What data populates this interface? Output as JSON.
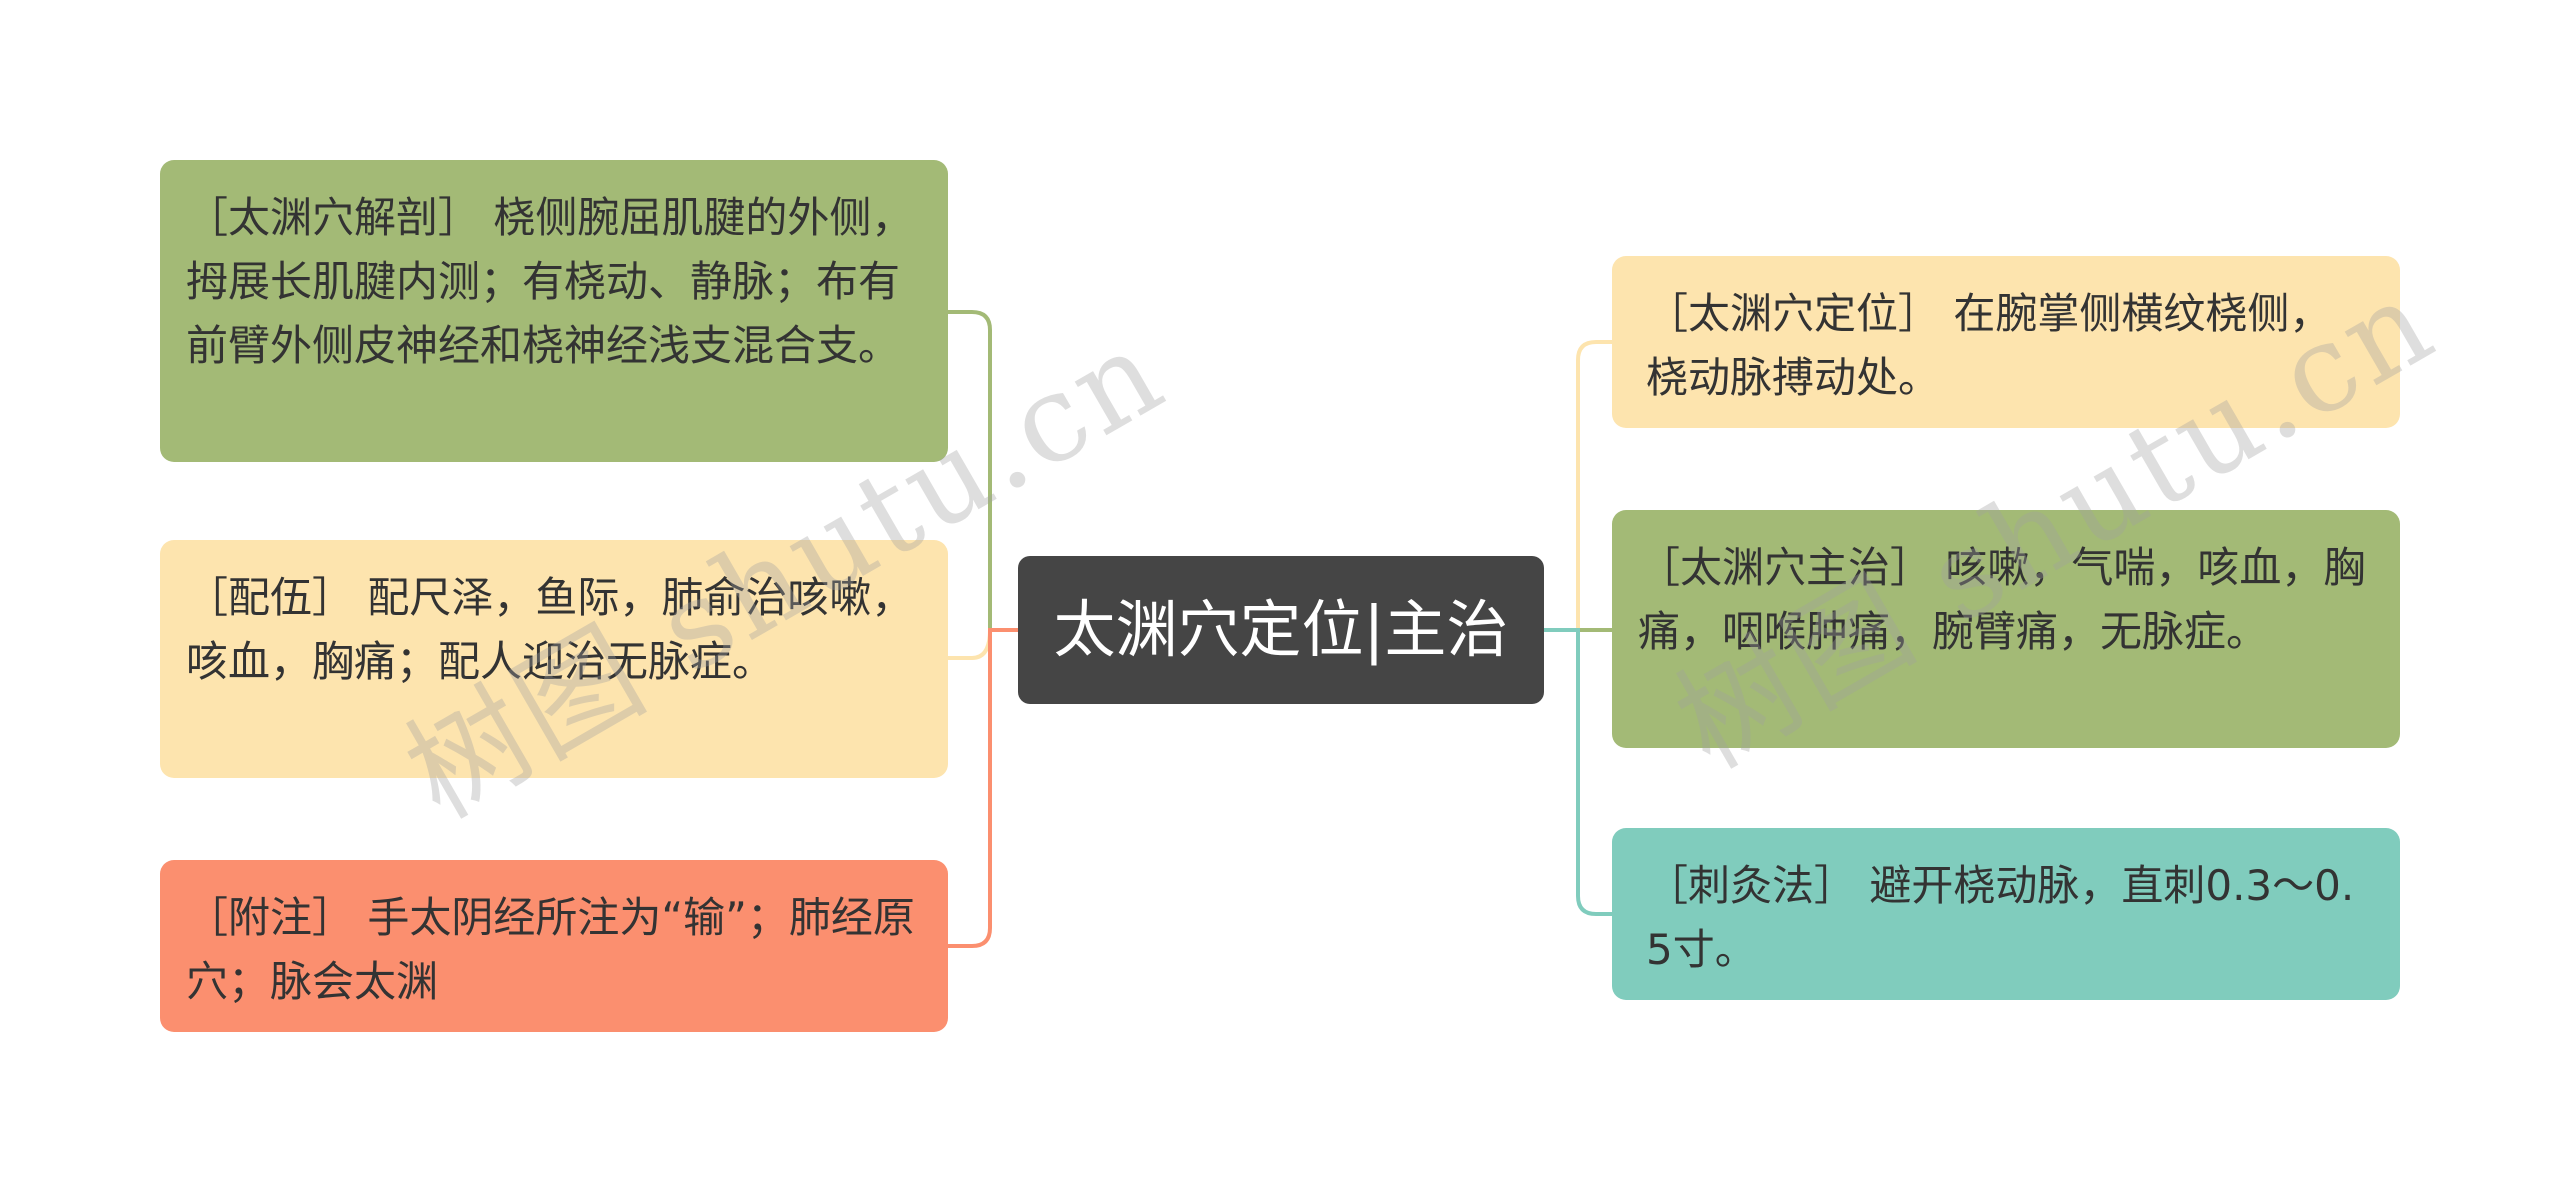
{
  "center": {
    "title": "太渊穴定位|主治"
  },
  "left_nodes": [
    {
      "text": "［太渊穴解剖］ 桡侧腕屈肌腱的外侧，拇展长肌腱内测；有桡动、静脉；布有前臂外侧皮神经和桡神经浅支混合支。",
      "color": "#a3ba76"
    },
    {
      "text": "［配伍］ 配尺泽，鱼际，肺俞治咳嗽，咳血，胸痛；配人迎治无脉症。",
      "color": "#fde4ae"
    },
    {
      "text": "［附注］ 手太阴经所注为“输”；肺经原穴；脉会太渊",
      "color": "#fb8f6f"
    }
  ],
  "right_nodes": [
    {
      "text": "［太渊穴定位］ 在腕掌侧横纹桡侧，桡动脉搏动处。",
      "color": "#fde4ae"
    },
    {
      "text": "［太渊穴主治］ 咳嗽，气喘，咳血，胸痛，咽喉肿痛，腕臂痛，无脉症。",
      "color": "#a3ba76"
    },
    {
      "text": "［刺灸法］ 避开桡动脉，直刺0.3～0.5寸。",
      "color": "#80ccbd"
    }
  ],
  "watermarks": [
    "树图 shutu.cn",
    "树图 shutu.cn"
  ]
}
